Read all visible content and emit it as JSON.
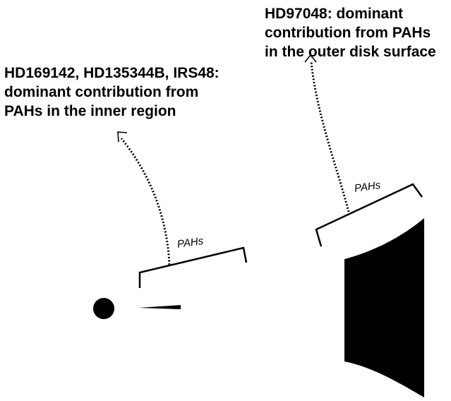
{
  "labels": {
    "inner": {
      "lines": [
        "HD169142, HD135344B, IRS48:",
        "dominant contribution from",
        "PAHs in the inner region"
      ]
    },
    "outer": {
      "lines": [
        "HD97048: dominant",
        "contribution from PAHs",
        "in the outer disk surface"
      ]
    },
    "pahs_left": "PAHs",
    "pahs_right": "PAHs"
  },
  "colors": {
    "ink": "#000000",
    "background": "#ffffff"
  }
}
